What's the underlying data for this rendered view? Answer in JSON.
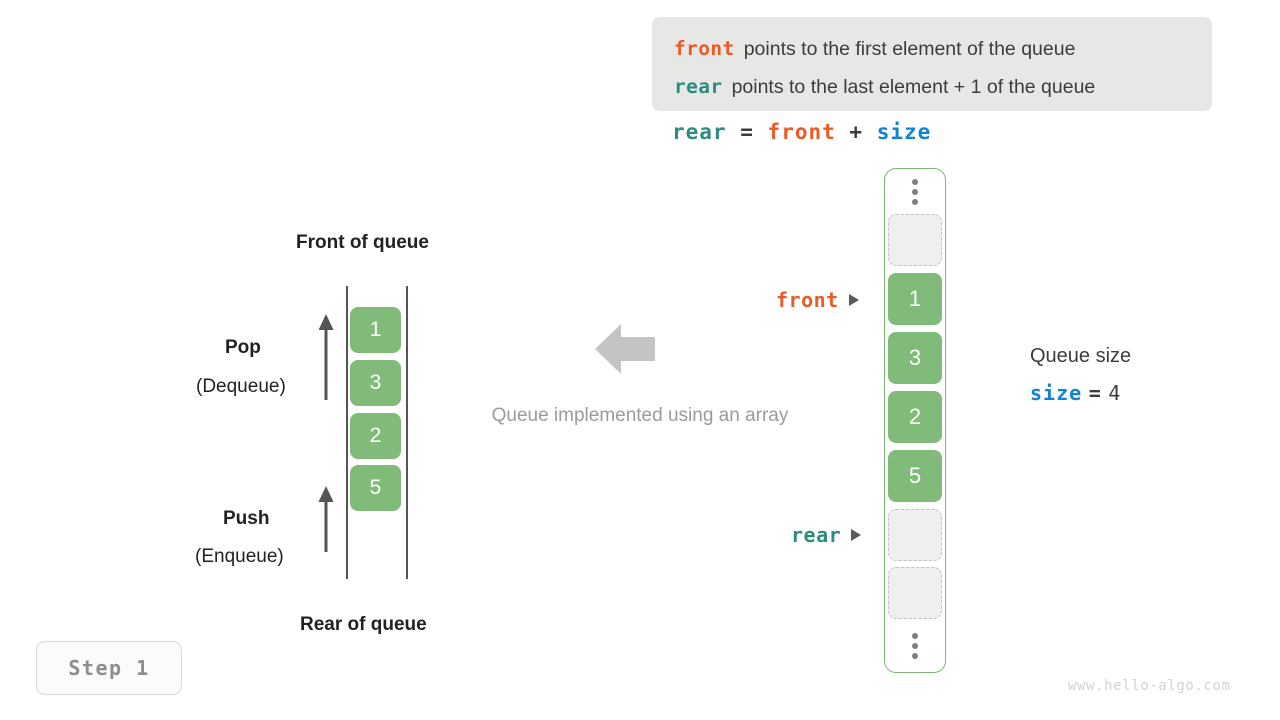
{
  "legend": {
    "lines": [
      {
        "keyword": "front",
        "keyword_color": "#ec5b25",
        "text": "points to the first element of the queue"
      },
      {
        "keyword": "rear",
        "keyword_color": "#2e8b7f",
        "text": "points to the last element + 1 of the queue"
      }
    ]
  },
  "formula": {
    "lhs": "rear",
    "eq": "=",
    "rhs1": "front",
    "plus": "+",
    "rhs2": "size"
  },
  "left_queue": {
    "top_label": "Front of queue",
    "bottom_label": "Rear of queue",
    "pop": {
      "title": "Pop",
      "subtitle": "(Dequeue)"
    },
    "push": {
      "title": "Push",
      "subtitle": "(Enqueue)"
    },
    "cells": [
      "1",
      "3",
      "2",
      "5"
    ]
  },
  "center": {
    "caption": "Queue implemented using an array",
    "arrow_direction": "left",
    "arrow_color": "#c4c4c4"
  },
  "array": {
    "slots": [
      {
        "type": "ellipsis"
      },
      {
        "type": "empty",
        "value": ""
      },
      {
        "type": "filled",
        "value": "1"
      },
      {
        "type": "filled",
        "value": "3"
      },
      {
        "type": "filled",
        "value": "2"
      },
      {
        "type": "filled",
        "value": "5"
      },
      {
        "type": "empty",
        "value": ""
      },
      {
        "type": "empty",
        "value": ""
      },
      {
        "type": "ellipsis"
      }
    ],
    "pointers": [
      {
        "name": "front",
        "color": "#ec5b25",
        "targets_slot": 2
      },
      {
        "name": "rear",
        "color": "#2e8b7f",
        "targets_slot": 6
      }
    ]
  },
  "size_note": {
    "title": "Queue size",
    "keyword": "size",
    "eq": "=",
    "value": "4"
  },
  "step_badge": {
    "label": "Step 1"
  },
  "watermark": {
    "text": "www.hello-algo.com"
  },
  "colors": {
    "cell_green": "#80bb79",
    "front": "#ec5b25",
    "rear": "#2e8b7f",
    "size": "#0f83d4",
    "legend_bg": "#e7e7e6",
    "empty_cell": "#efefef"
  }
}
